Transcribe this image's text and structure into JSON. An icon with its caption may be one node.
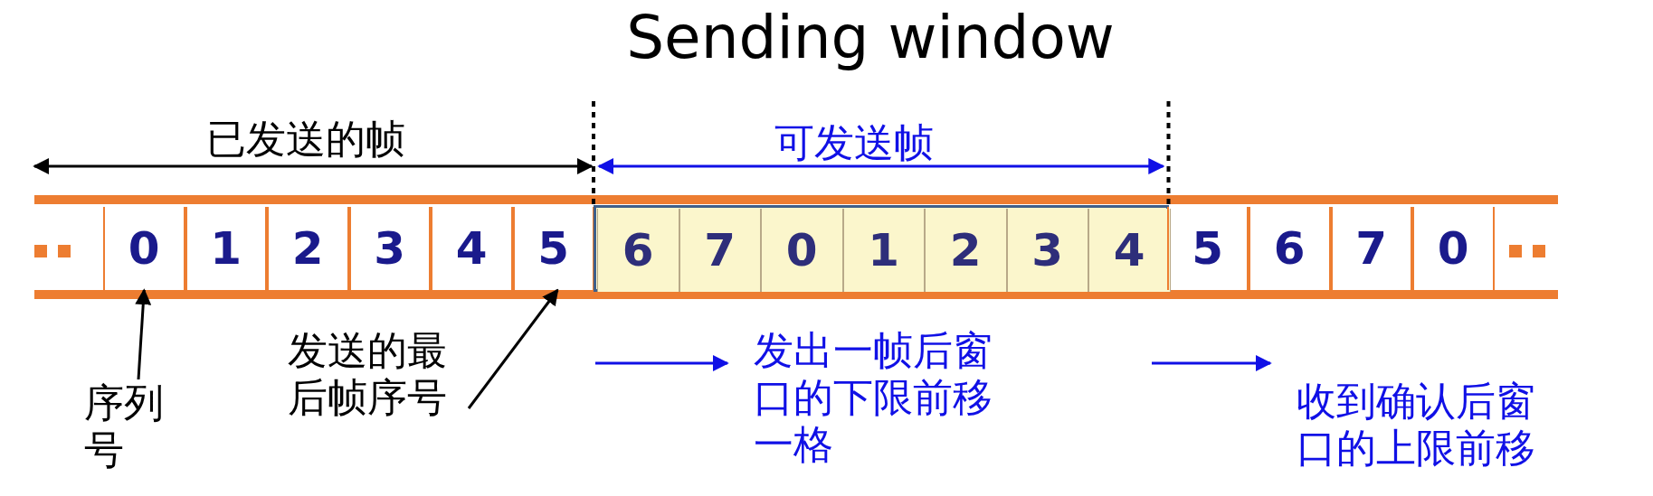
{
  "diagram": {
    "title": "Sending window",
    "nodes": [
      {
        "text": [
          "0"
        ]
      },
      {
        "text": [
          "1"
        ]
      },
      {
        "text": [
          "2"
        ]
      },
      {
        "text": [
          "3"
        ]
      },
      {
        "text": [
          "4"
        ]
      },
      {
        "text": [
          "5"
        ]
      },
      {
        "text": [],
        "shape": "box"
      },
      {
        "text": [
          "6"
        ],
        "in": 6
      },
      {
        "text": [
          "7"
        ],
        "in": 6
      },
      {
        "text": [
          "0"
        ],
        "in": 6
      },
      {
        "text": [
          "1"
        ],
        "in": 6
      },
      {
        "text": [
          "2"
        ],
        "in": 6
      },
      {
        "text": [
          "3"
        ],
        "in": 6
      },
      {
        "text": [
          "4"
        ],
        "in": 6
      },
      {
        "text": [
          "5"
        ]
      },
      {
        "text": [
          "6"
        ]
      },
      {
        "text": [
          "7"
        ]
      },
      {
        "text": [
          "0"
        ]
      },
      {
        "text": [
          "序列号"
        ]
      },
      {
        "text": [
          "发送的最后帧序号"
        ]
      }
    ],
    "edges": [
      {
        "from": 18,
        "to": 0,
        "arrow": "to"
      },
      {
        "from": 19,
        "to": 5,
        "arrow": "to"
      }
    ],
    "labels": [
      "已发送的帧",
      "可发送帧",
      "发出一帧后窗口的下限前移一格",
      "收到确认后窗口的上限前移"
    ]
  }
}
